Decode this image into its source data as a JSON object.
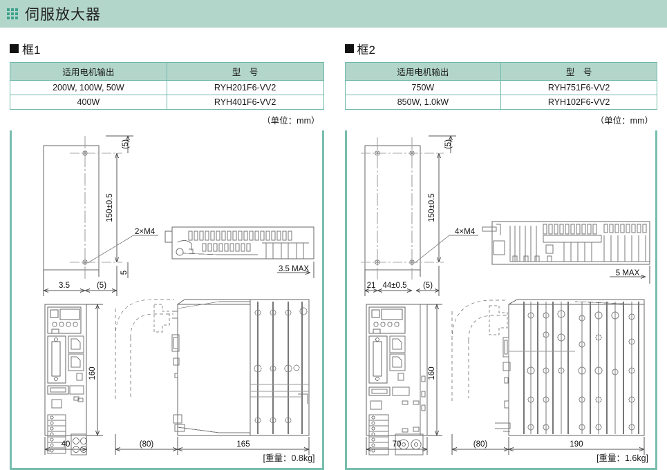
{
  "header": {
    "title": "伺服放大器",
    "icon": "dot-grid-icon",
    "bg_color": "#b3d6cb",
    "dot_color": "#3fa08c"
  },
  "colors": {
    "table_header_bg": "#b3d6cb",
    "border_teal": "#6fb8a8",
    "panel_border": "#77bdad",
    "drawing_line": "#555555"
  },
  "panels": [
    {
      "heading": "框1",
      "table": {
        "headers": [
          "适用电机输出",
          "型　号"
        ],
        "rows": [
          [
            "200W, 100W, 50W",
            "RYH201F6-VV2"
          ],
          [
            "400W",
            "RYH401F6-VV2"
          ]
        ],
        "unit_note": "（单位：mm）"
      },
      "dimensions": {
        "mount_top_gap": "(5)",
        "mount_height": "150±0.5",
        "mount_thread": "2×M4",
        "mount_left": "3.5",
        "mount_right_gap": "(5)",
        "mount_bottom_gap": "5",
        "top_view_depth": "3.5 MAX",
        "front_height": "160",
        "front_width": "40",
        "side_cable": "(80)",
        "side_depth": "165"
      },
      "weight": "[重量：0.8kg]"
    },
    {
      "heading": "框2",
      "table": {
        "headers": [
          "适用电机输出",
          "型　号"
        ],
        "rows": [
          [
            "750W",
            "RYH751F6-VV2"
          ],
          [
            "850W, 1.0kW",
            "RYH102F6-VV2"
          ]
        ],
        "unit_note": "（单位：mm）"
      },
      "dimensions": {
        "mount_top_gap": "(5)",
        "mount_height": "150±0.5",
        "mount_thread": "4×M4",
        "mount_left": "21",
        "mount_span": "44±0.5",
        "mount_right_gap": "(5)",
        "top_view_depth": "5 MAX",
        "front_height": "160",
        "front_width": "70",
        "side_cable": "(80)",
        "side_depth": "190"
      },
      "weight": "[重量：1.6kg]"
    }
  ]
}
